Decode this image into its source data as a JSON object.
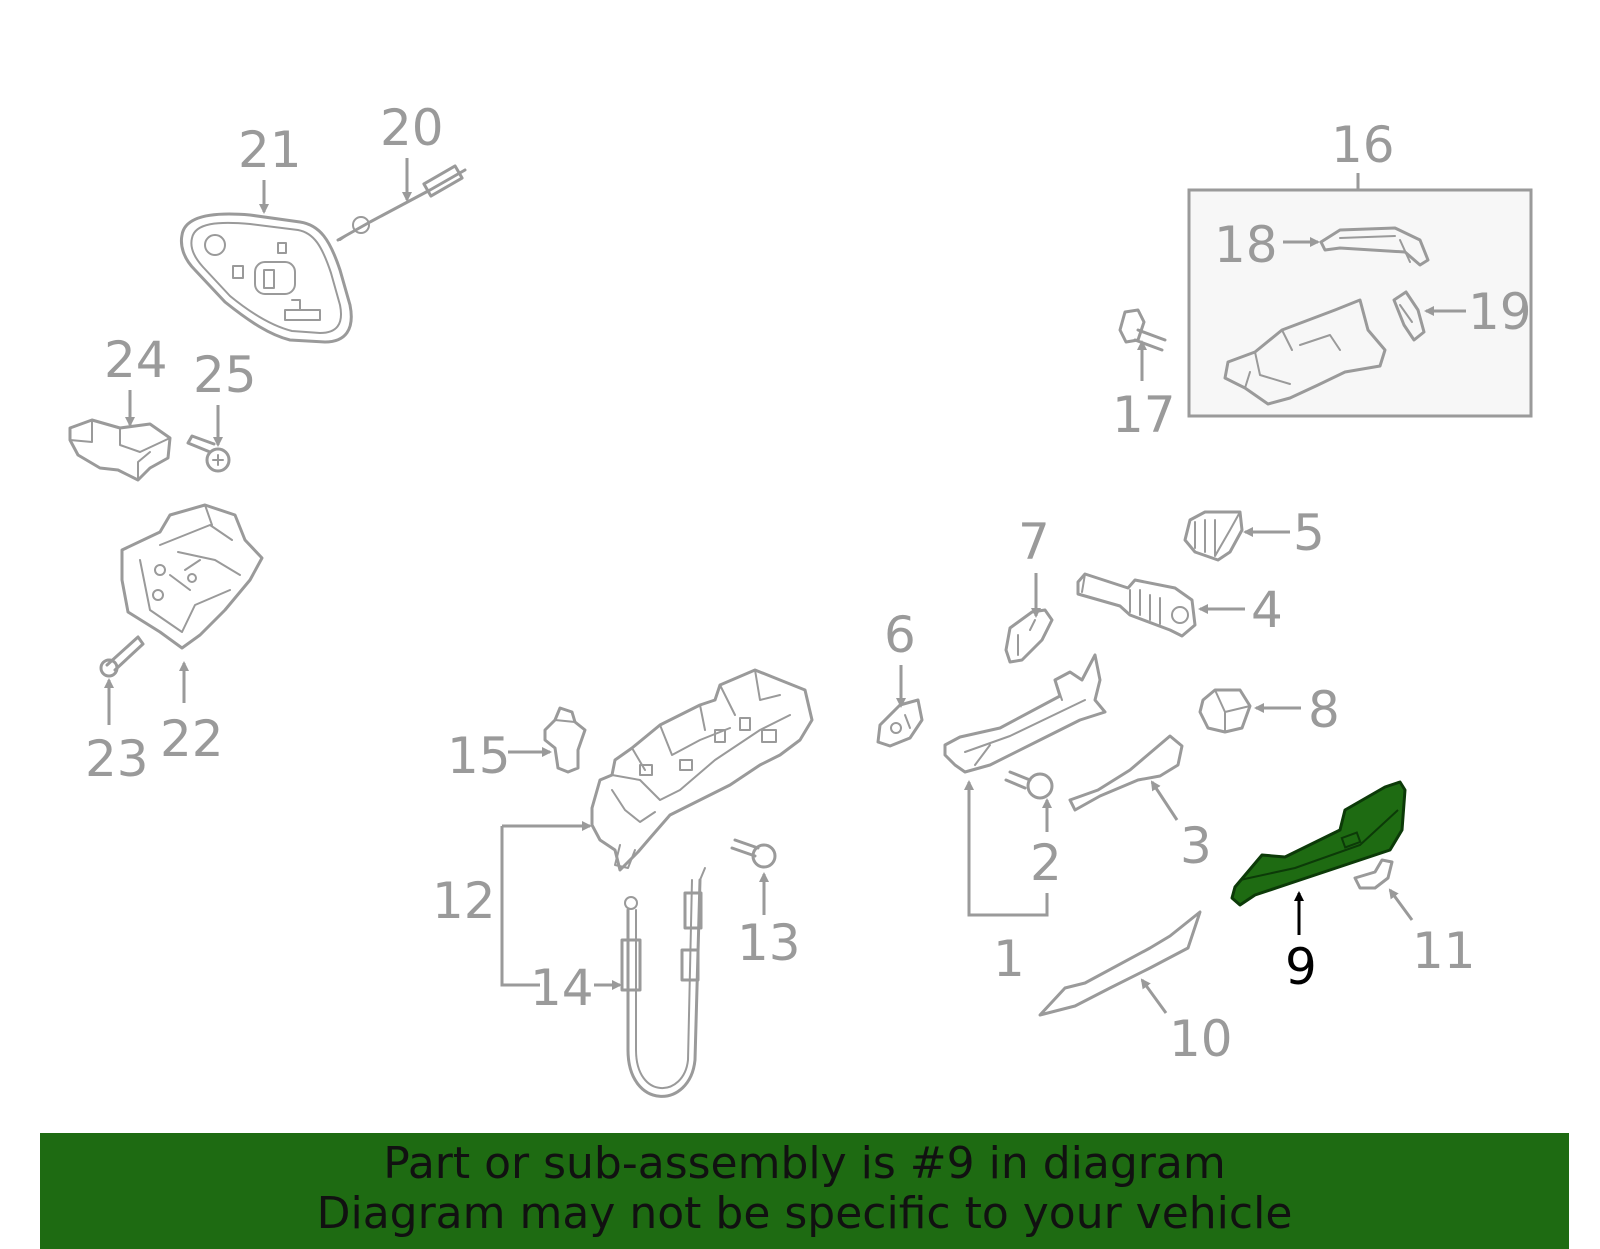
{
  "diagram": {
    "labels": [
      "1",
      "2",
      "3",
      "4",
      "5",
      "6",
      "7",
      "8",
      "9",
      "10",
      "11",
      "12",
      "13",
      "14",
      "15",
      "16",
      "17",
      "18",
      "19",
      "20",
      "21",
      "22",
      "23",
      "24",
      "25"
    ],
    "highlighted_part": "9",
    "highlight_color": "#1e6b12",
    "line_color": "#9a9a9a"
  },
  "banner": {
    "line1": "Part or sub-assembly is #9 in diagram",
    "line2": "Diagram may not be specific to your vehicle",
    "background": "#1e6b12"
  }
}
